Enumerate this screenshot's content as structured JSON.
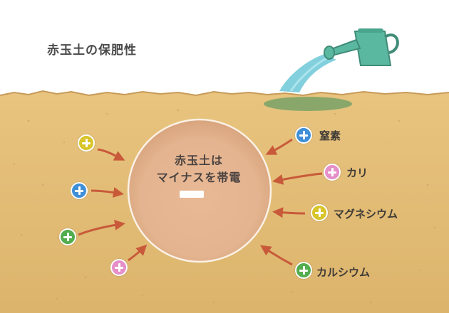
{
  "title": "赤玉土の保肥性",
  "center": {
    "line1": "赤玉土は",
    "line2": "マイナスを帯電",
    "charge_symbol": "minus"
  },
  "nutrients": [
    {
      "label": "窒素",
      "charge": "plus",
      "color": "#3f8fd8"
    },
    {
      "label": "カリ",
      "charge": "plus",
      "color": "#e58fc8"
    },
    {
      "label": "マグネシウム",
      "charge": "plus",
      "color": "#d8c52a"
    },
    {
      "label": "カルシウム",
      "charge": "plus",
      "color": "#52ad4e"
    }
  ],
  "left_ions": [
    {
      "charge": "plus",
      "color": "#d8c52a"
    },
    {
      "charge": "plus",
      "color": "#3f8fd8"
    },
    {
      "charge": "plus",
      "color": "#52ad4e"
    },
    {
      "charge": "plus",
      "color": "#e58fc8"
    }
  ],
  "colors": {
    "soil": "#e2bf7a",
    "soil_dark": "#c9a260",
    "ball": "#e3b48f",
    "ball_outline": "#fbf1e6",
    "water": "#6cc8d8",
    "can": "#5bb8a0",
    "arrow": "#c85a3a",
    "moss": "#3d8f5b"
  }
}
